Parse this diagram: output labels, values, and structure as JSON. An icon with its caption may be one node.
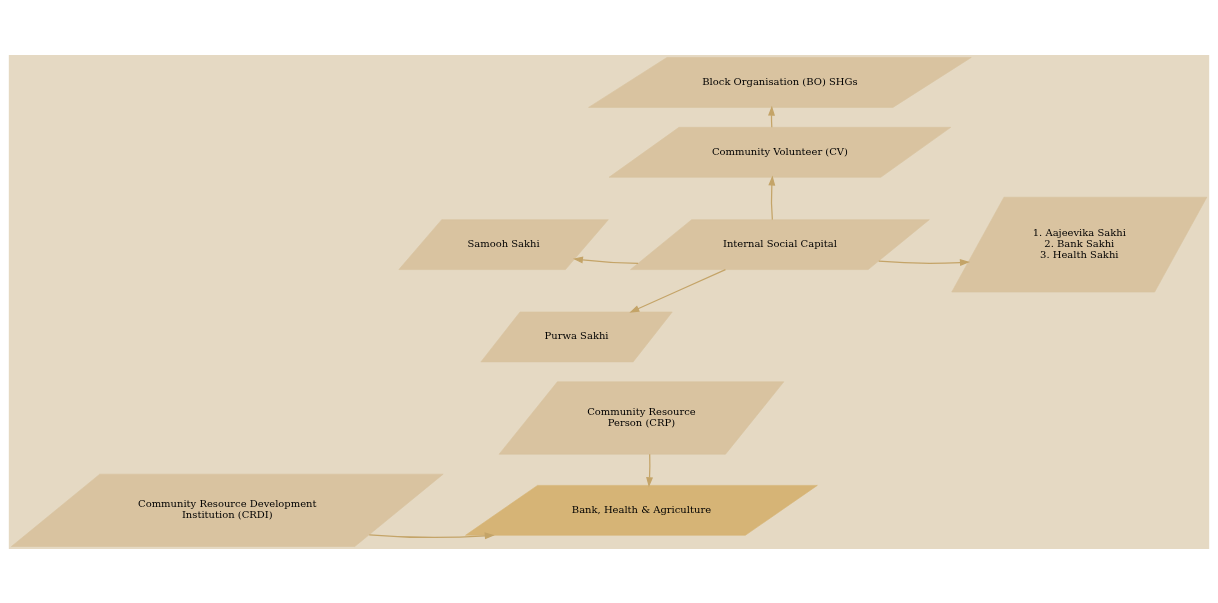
{
  "diagram": {
    "nodes": [
      {
        "text": [
          "Block Organisation (BO) SHGs"
        ]
      },
      {
        "text": [
          "Community Volunteer (CV)"
        ]
      },
      {
        "text": [
          "Samooh Sakhi"
        ]
      },
      {
        "text": [
          "Internal Social Capital"
        ]
      },
      {
        "text": [
          "1. Aajeevika Sakhi",
          "2. Bank Sakhi",
          "3. Health Sakhi"
        ]
      },
      {
        "text": [
          "Purwa Sakhi"
        ]
      },
      {
        "text": [
          "Community Resource Person (CRP)"
        ]
      },
      {
        "text": [
          "Community Resource Development Institution (CRDI)"
        ]
      },
      {
        "text": [
          "Bank, Health & Agriculture"
        ]
      }
    ],
    "edges": [
      {
        "from": 1,
        "to": 0,
        "arrow": "to"
      },
      {
        "from": 3,
        "to": 1,
        "arrow": "to"
      },
      {
        "from": 3,
        "to": 2,
        "arrow": "to"
      },
      {
        "from": 3,
        "to": 4,
        "arrow": "to"
      },
      {
        "from": 3,
        "to": 5,
        "arrow": "to"
      },
      {
        "from": 6,
        "to": 8,
        "arrow": "to"
      },
      {
        "from": 7,
        "to": 8,
        "arrow": "to"
      }
    ]
  }
}
